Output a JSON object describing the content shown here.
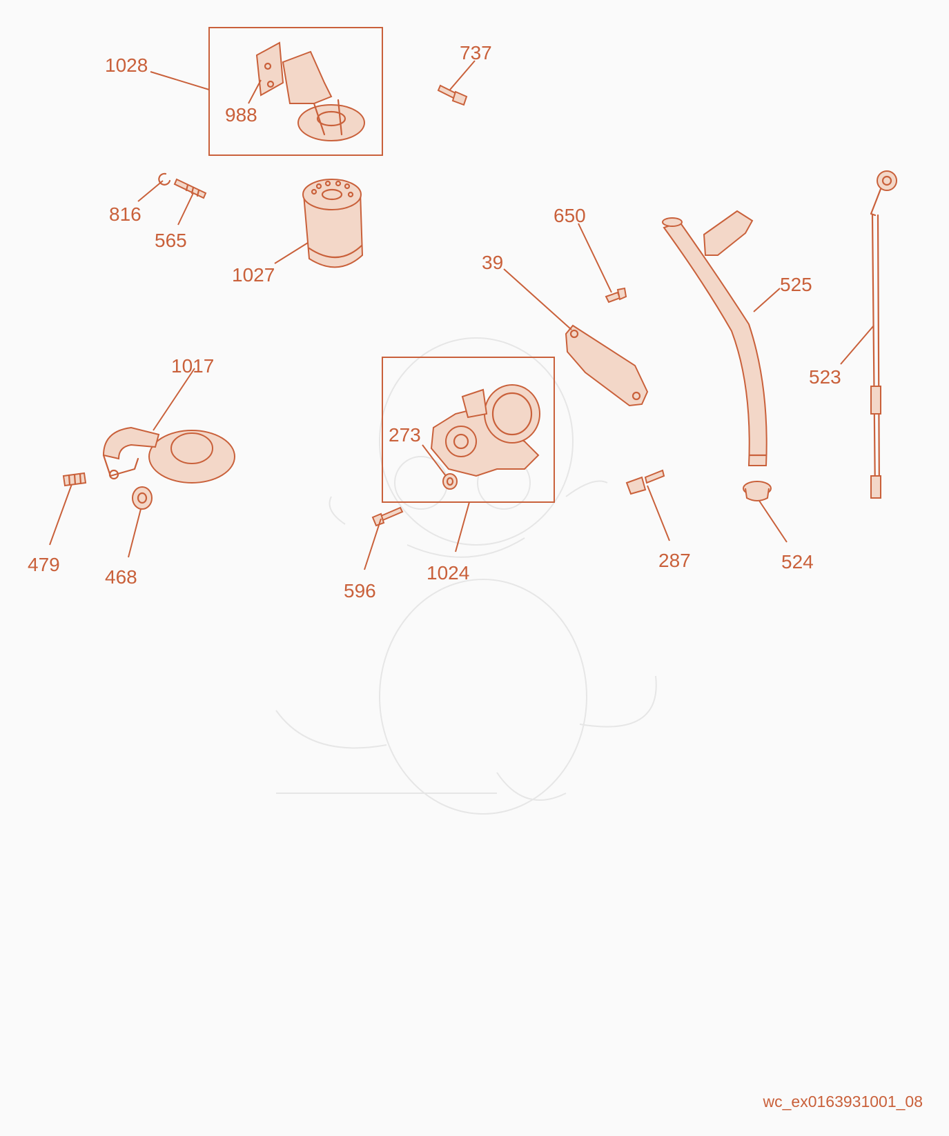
{
  "colors": {
    "accent": "#c9603a",
    "background": "#fafafa"
  },
  "labels": {
    "p1028": "1028",
    "p988": "988",
    "p737": "737",
    "p816": "816",
    "p565": "565",
    "p1027": "1027",
    "p650": "650",
    "p39": "39",
    "p525": "525",
    "p523": "523",
    "p1017": "1017",
    "p273": "273",
    "p479": "479",
    "p468": "468",
    "p596": "596",
    "p1024": "1024",
    "p287": "287",
    "p524": "524"
  },
  "figure_id": "wc_ex0163931001_08"
}
